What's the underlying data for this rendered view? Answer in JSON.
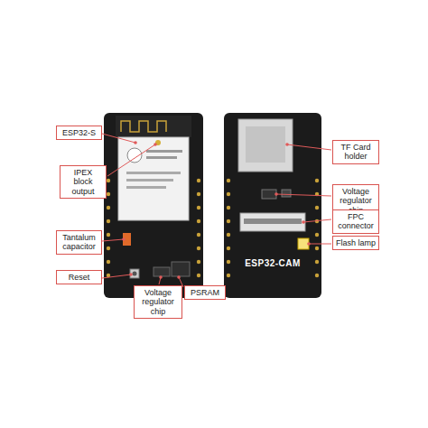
{
  "diagram": {
    "nodes": [
      {
        "text": [
          "ESP32-S"
        ]
      },
      {
        "text": [
          "IPEX block output"
        ]
      },
      {
        "text": [
          "TF Card holder"
        ]
      },
      {
        "text": [
          "Voltage regulator chip"
        ]
      },
      {
        "text": [
          "FPC connector"
        ]
      },
      {
        "text": [
          "Tantalum capacitor"
        ]
      },
      {
        "text": [
          "Flash lamp"
        ]
      },
      {
        "text": [
          "Reset"
        ]
      },
      {
        "text": [
          "Voltage regulator chip"
        ]
      },
      {
        "text": [
          "PSRAM"
        ]
      }
    ],
    "labels": [
      "ESP32-CAM"
    ]
  }
}
